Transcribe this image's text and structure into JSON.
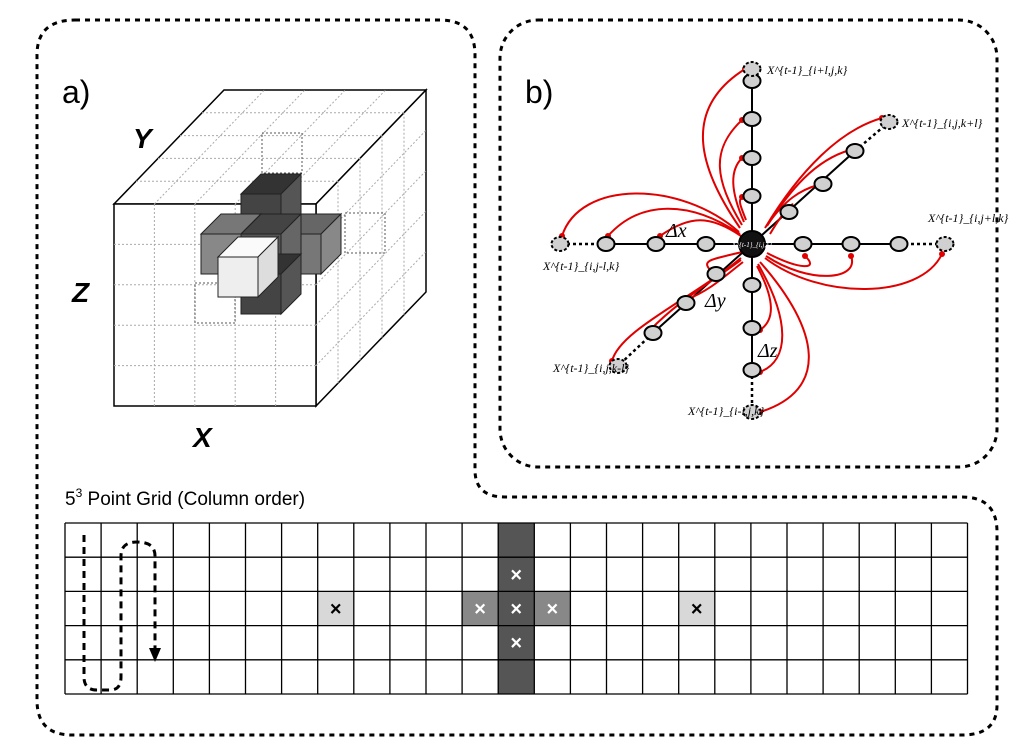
{
  "panel_a": {
    "label": "a)",
    "axis_y": "Y",
    "axis_z": "Z",
    "axis_x": "X"
  },
  "panel_b": {
    "label": "b)",
    "delta_x": "Δx",
    "delta_y": "Δy",
    "delta_z": "Δz",
    "center_label": "X^{t-1}_{i,j,k}",
    "endpoints": {
      "top": "X^{t-1}_{i+l,j,k}",
      "upper_right": "X^{t-1}_{i,j,k+l}",
      "right": "X^{t-1}_{i,j+l,k}",
      "left": "X^{t-1}_{i,j-l,k}",
      "lower_left": "X^{t-1}_{i,j,k-l}",
      "bottom": "X^{t-1}_{i-l,j,k}"
    }
  },
  "grid": {
    "title": "5³ Point Grid (Column order)",
    "title_base": "5",
    "title_exp": "3",
    "title_rest": " Point Grid (Column order)",
    "cols": 25,
    "rows": 5,
    "marker": "×",
    "dark_color": "#555555",
    "mid_color": "#888888",
    "light_color": "#d8d8d8",
    "cells": [
      {
        "col": 12,
        "row": 1,
        "shade": "dark",
        "mark": true
      },
      {
        "col": 12,
        "row": 2,
        "shade": "dark",
        "mark": true
      },
      {
        "col": 12,
        "row": 3,
        "shade": "dark",
        "mark": true
      },
      {
        "col": 12,
        "row": 4,
        "shade": "dark",
        "mark": false
      },
      {
        "col": 12,
        "row": 0,
        "shade": "dark",
        "mark": false
      },
      {
        "col": 11,
        "row": 2,
        "shade": "mid",
        "mark": true
      },
      {
        "col": 13,
        "row": 2,
        "shade": "mid",
        "mark": true
      },
      {
        "col": 7,
        "row": 2,
        "shade": "light",
        "mark": true
      },
      {
        "col": 17,
        "row": 2,
        "shade": "light",
        "mark": true
      }
    ]
  },
  "colors": {
    "arrow": "#e00000",
    "node": "#d0d0d0",
    "center": "#111111"
  }
}
